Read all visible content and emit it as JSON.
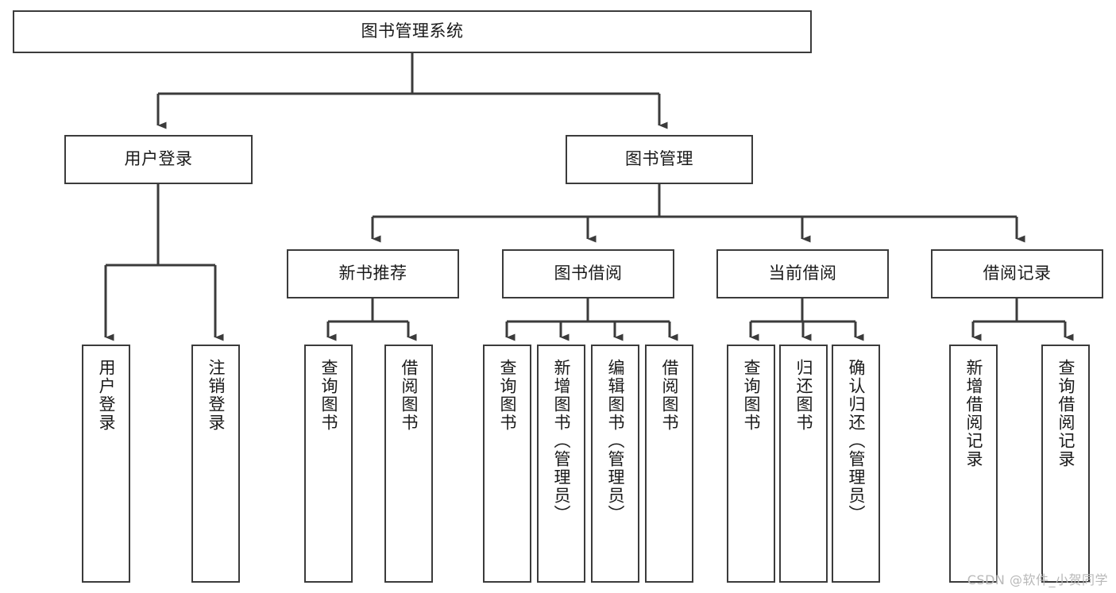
{
  "diagram": {
    "title": "图书管理系统",
    "watermark": "CSDN @软件_小贺同学",
    "line_color": "#3b3b3b",
    "box_border_color": "#3b3b3b",
    "box_fill_color": "#ffffff",
    "text_color": "#1a1a1a",
    "watermark_color": "#b8b8b8",
    "root": {
      "label": "图书管理系统"
    },
    "level2": [
      {
        "label": "用户登录"
      },
      {
        "label": "图书管理"
      }
    ],
    "level3": [
      {
        "label": "新书推荐"
      },
      {
        "label": "图书借阅"
      },
      {
        "label": "当前借阅"
      },
      {
        "label": "借阅记录"
      }
    ],
    "leaves": {
      "user_login": [
        {
          "label": "用户登录"
        },
        {
          "label": "注销登录"
        }
      ],
      "new_book_recommend": [
        {
          "label": "查询图书"
        },
        {
          "label": "借阅图书"
        }
      ],
      "book_borrow": [
        {
          "label": "查询图书"
        },
        {
          "label": "新增图书（管理员）"
        },
        {
          "label": "编辑图书（管理员）"
        },
        {
          "label": "借阅图书"
        }
      ],
      "current_borrow": [
        {
          "label": "查询图书"
        },
        {
          "label": "归还图书"
        },
        {
          "label": "确认归还（管理员）"
        }
      ],
      "borrow_record": [
        {
          "label": "新增借阅记录"
        },
        {
          "label": "查询借阅记录"
        }
      ]
    }
  }
}
